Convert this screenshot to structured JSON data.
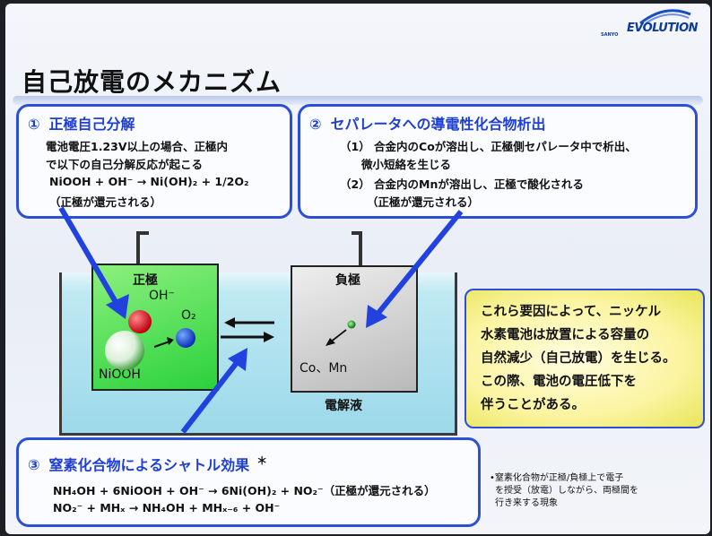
{
  "logo": {
    "sub": "SANYO",
    "main": "EVOLUTION"
  },
  "title": "自己放電のメカニズム",
  "box1": {
    "num": "①",
    "heading": "正極自己分解",
    "lines": [
      "電池電圧1.23V以上の場合、正極内",
      "で以下の自己分解反応が起こる",
      "NiOOH + OH⁻ → Ni(OH)₂ + 1/2O₂",
      "（正極が還元される）"
    ]
  },
  "box2": {
    "num": "②",
    "heading": "セパレータへの導電性化合物析出",
    "lines": [
      "（1） 合金内のCoが溶出し、正極側セパレータ中で析出、",
      "微小短絡を生じる",
      "（2） 合金内のMnが溶出し、正極で酸化される",
      "（正極が還元される）"
    ]
  },
  "cell": {
    "positive": "正極",
    "negative": "負極",
    "electrolyte": "電解液",
    "oh": "OH⁻",
    "o2": "O₂",
    "niooh": "NiOOH",
    "comn": "Co、Mn"
  },
  "note": {
    "lines": [
      "これら要因によって、ニッケル",
      "水素電池は放置による容量の",
      "自然減少（自己放電）を生じる。",
      "この際、電池の電圧低下を",
      "伴うことがある。"
    ]
  },
  "box3": {
    "num": "③",
    "heading": "窒素化合物によるシャトル効果",
    "star": "＊",
    "lines": [
      "NH₄OH + 6NiOOH + OH⁻ → 6Ni(OH)₂ + NO₂⁻（正極が還元される）",
      "NO₂⁻ + MHₓ → NH₄OH + MHₓ₋₆ + OH⁻"
    ]
  },
  "footnote": {
    "lines": [
      "•窒素化合物が正極/負極上で電子",
      "を授受（放電）しながら、両極間を",
      "行き来する現象"
    ]
  },
  "colors": {
    "accent": "#2c4fd6",
    "positive": "#2ad13c",
    "negative": "#b9b9b9",
    "note": "#fbf4a0"
  }
}
